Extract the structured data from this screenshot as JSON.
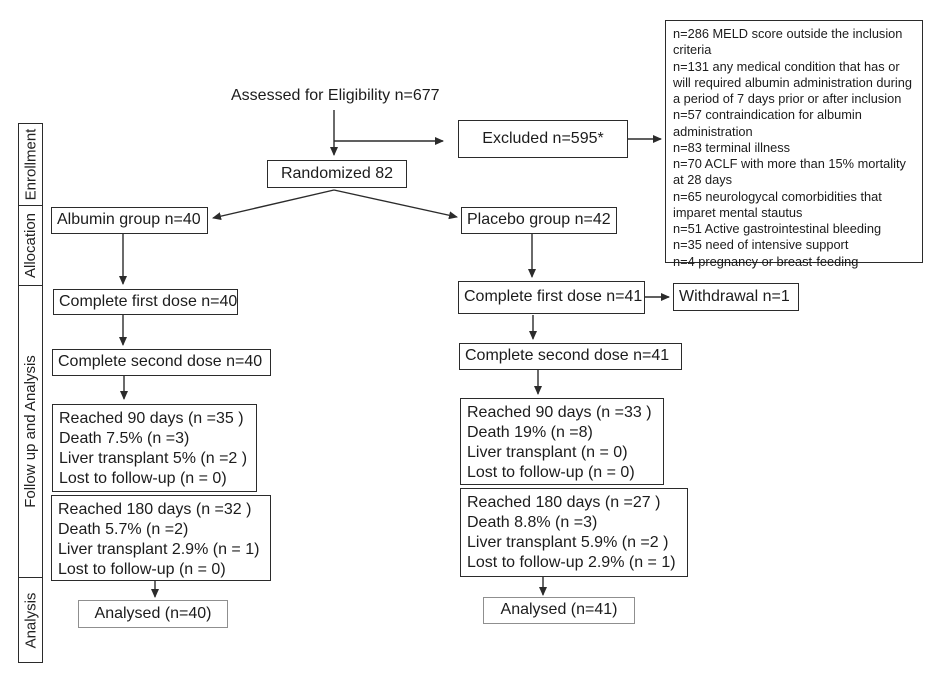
{
  "figure": {
    "type": "consort-flow-diagram",
    "background": "#ffffff",
    "line_color": "#2b2b2b",
    "box_border_color": "#2b2b2b",
    "analysed_box_border_color": "#8f8f8f"
  },
  "sidebar": {
    "stages": [
      {
        "label": "Enrollment"
      },
      {
        "label": "Allocation"
      },
      {
        "label": "Follow up and Analysis"
      },
      {
        "label": "Analysis"
      }
    ]
  },
  "flow": {
    "assessed": "Assessed for Eligibility n=677",
    "randomized": "Randomized 82",
    "excluded": "Excluded n=595*",
    "exclusion_reasons": [
      "n=286 MELD score outside the inclusion criteria",
      "n=131 any medical condition that has or will required albumin administration during a period of 7 days prior or after inclusion",
      "n=57 contraindication for albumin administration",
      "n=83 terminal illness",
      "n=70 ACLF with more than 15% mortality at 28 days",
      "n=65 neurologycal comorbidities that imparet mental stautus",
      "n=51 Active gastrointestinal bleeding",
      "n=35 need of intensive support",
      "n=4 pregnancy or breast-feeding"
    ],
    "albumin_group": "Albumin group n=40",
    "placebo_group": "Placebo group n=42",
    "albumin_first_dose": "Complete first dose n=40",
    "placebo_first_dose": "Complete first dose n=41",
    "withdrawal": "Withdrawal n=1",
    "albumin_second_dose": "Complete second dose n=40",
    "placebo_second_dose": "Complete second dose n=41",
    "albumin_90": {
      "lines": [
        "Reached 90 days (n =35 )",
        "Death 7.5% (n =3)",
        "Liver transplant 5% (n =2 )",
        "Lost to follow-up (n = 0)"
      ]
    },
    "albumin_180": {
      "lines": [
        "Reached 180 days (n =32 )",
        "Death 5.7% (n =2)",
        "Liver transplant 2.9% (n = 1)",
        "Lost to follow-up (n = 0)"
      ]
    },
    "placebo_90": {
      "lines": [
        "Reached 90 days (n =33 )",
        "Death 19% (n =8)",
        "Liver transplant  (n = 0)",
        "Lost to follow-up (n = 0)"
      ]
    },
    "placebo_180": {
      "lines": [
        "Reached 180 days (n =27 )",
        "Death 8.8% (n =3)",
        "Liver transplant 5.9% (n =2 )",
        "Lost to follow-up 2.9% (n = 1)"
      ]
    },
    "albumin_analysed": "Analysed (n=40)",
    "placebo_analysed": "Analysed (n=41)"
  }
}
